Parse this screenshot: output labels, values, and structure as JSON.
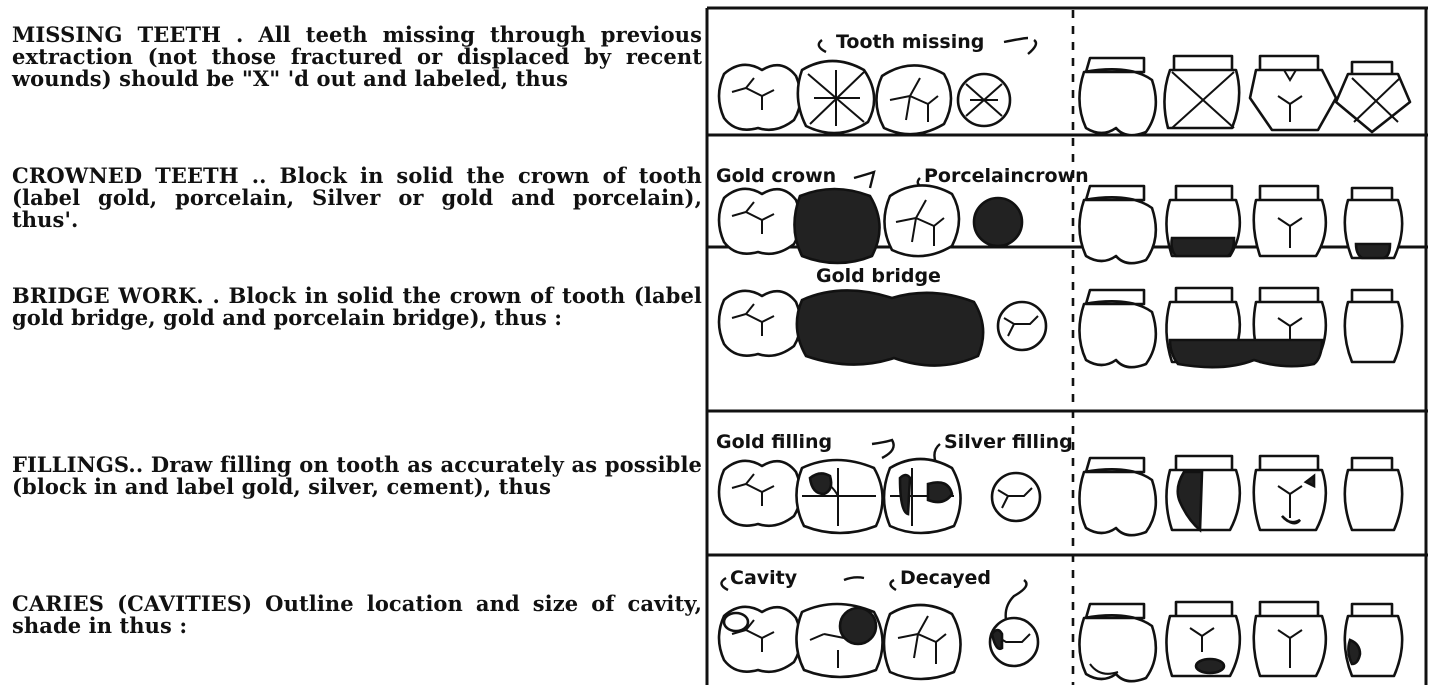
{
  "rows": [
    {
      "text": "MISSING TEETH . All teeth missing through previous extraction (not those fractured or displaced by recent wounds) should be \"X\" 'd out and labeled, thus",
      "labels": [
        "Tooth missing"
      ]
    },
    {
      "text": "CROWNED TEETH .. Block in solid the crown of tooth (label gold, porcelain, Silver or gold and porcelain), thus'.",
      "labels": [
        "Gold crown",
        "Porcelaincrown"
      ]
    },
    {
      "text": "BRIDGE WORK. . Block in solid the crown of tooth (label gold bridge, gold and porcelain bridge), thus :",
      "labels": [
        "Gold bridge"
      ]
    },
    {
      "text": "FILLINGS.. Draw filling on tooth as accurately as possible (block in and label gold, silver, cement), thus",
      "labels": [
        "Gold filling",
        "Silver filling"
      ]
    },
    {
      "text": "CARIES (CAVITIES) Outline location and size of cavity, shade in thus :",
      "labels": [
        "Cavity",
        "Decayed"
      ]
    }
  ]
}
